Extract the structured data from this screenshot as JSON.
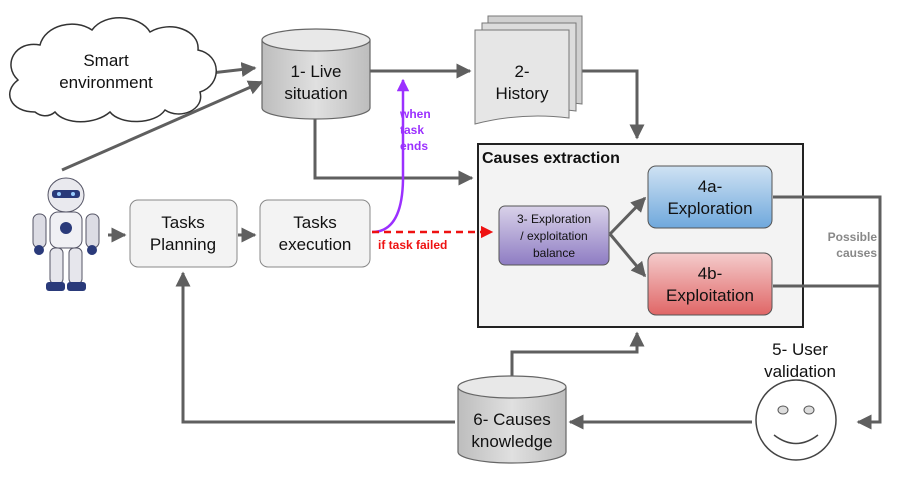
{
  "nodes": {
    "smart_env": {
      "line1": "Smart",
      "line2": "environment"
    },
    "live": {
      "line1": "1- Live",
      "line2": "situation"
    },
    "history": {
      "line1": "2-",
      "line2": "History"
    },
    "causes_extraction": {
      "title": "Causes extraction"
    },
    "balance": {
      "line1": "3- Exploration",
      "line2": "/ exploitation",
      "line3": "balance"
    },
    "exploration": {
      "line1": "4a-",
      "line2": "Exploration"
    },
    "exploitation": {
      "line1": "4b-",
      "line2": "Exploitation"
    },
    "planning": {
      "line1": "Tasks",
      "line2": "Planning"
    },
    "execution": {
      "line1": "Tasks",
      "line2": "execution"
    },
    "user_validation": {
      "line1": "5- User",
      "line2": "validation"
    },
    "knowledge": {
      "line1": "6- Causes",
      "line2": "knowledge"
    }
  },
  "edges": {
    "when_task_ends": {
      "line1": "when",
      "line2": "task",
      "line3": "ends"
    },
    "if_task_failed": "if task failed",
    "possible_causes": {
      "line1": "Possible",
      "line2": "causes"
    }
  },
  "colors": {
    "arrow": "#5f5f5f",
    "purple": "#9b30ff",
    "red": "#ee1111",
    "exploration_fill": "#9fc5e8",
    "exploitation_fill": "#ea9999",
    "balance_fill": "#b4a7d6",
    "box_fill": "#f3f3f3",
    "cylinder_fill": "#d9d9d9"
  }
}
